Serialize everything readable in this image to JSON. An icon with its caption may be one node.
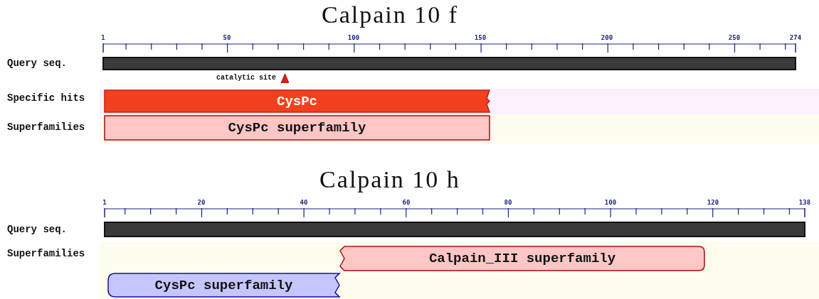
{
  "diagram": {
    "nodes": [
      {
        "text": [],
        "shape": "bar"
      },
      {
        "text": [
          "CysPc"
        ]
      },
      {
        "text": [
          "CysPc superfamily"
        ]
      },
      {
        "text": [],
        "shape": "bar"
      },
      {
        "text": [
          "Calpain_III superfamily"
        ]
      },
      {
        "text": [
          "CysPc superfamily"
        ]
      }
    ],
    "labels": [
      "Calpain 10 f",
      "1",
      "50",
      "100",
      "150",
      "200",
      "250",
      "274",
      "Query seq.",
      "catalytic site",
      "Specific hits",
      "Superfamilies",
      "Calpain 10 h",
      "1",
      "20",
      "40",
      "60",
      "80",
      "100",
      "120",
      "138",
      "Query seq.",
      "Superfamilies"
    ]
  }
}
